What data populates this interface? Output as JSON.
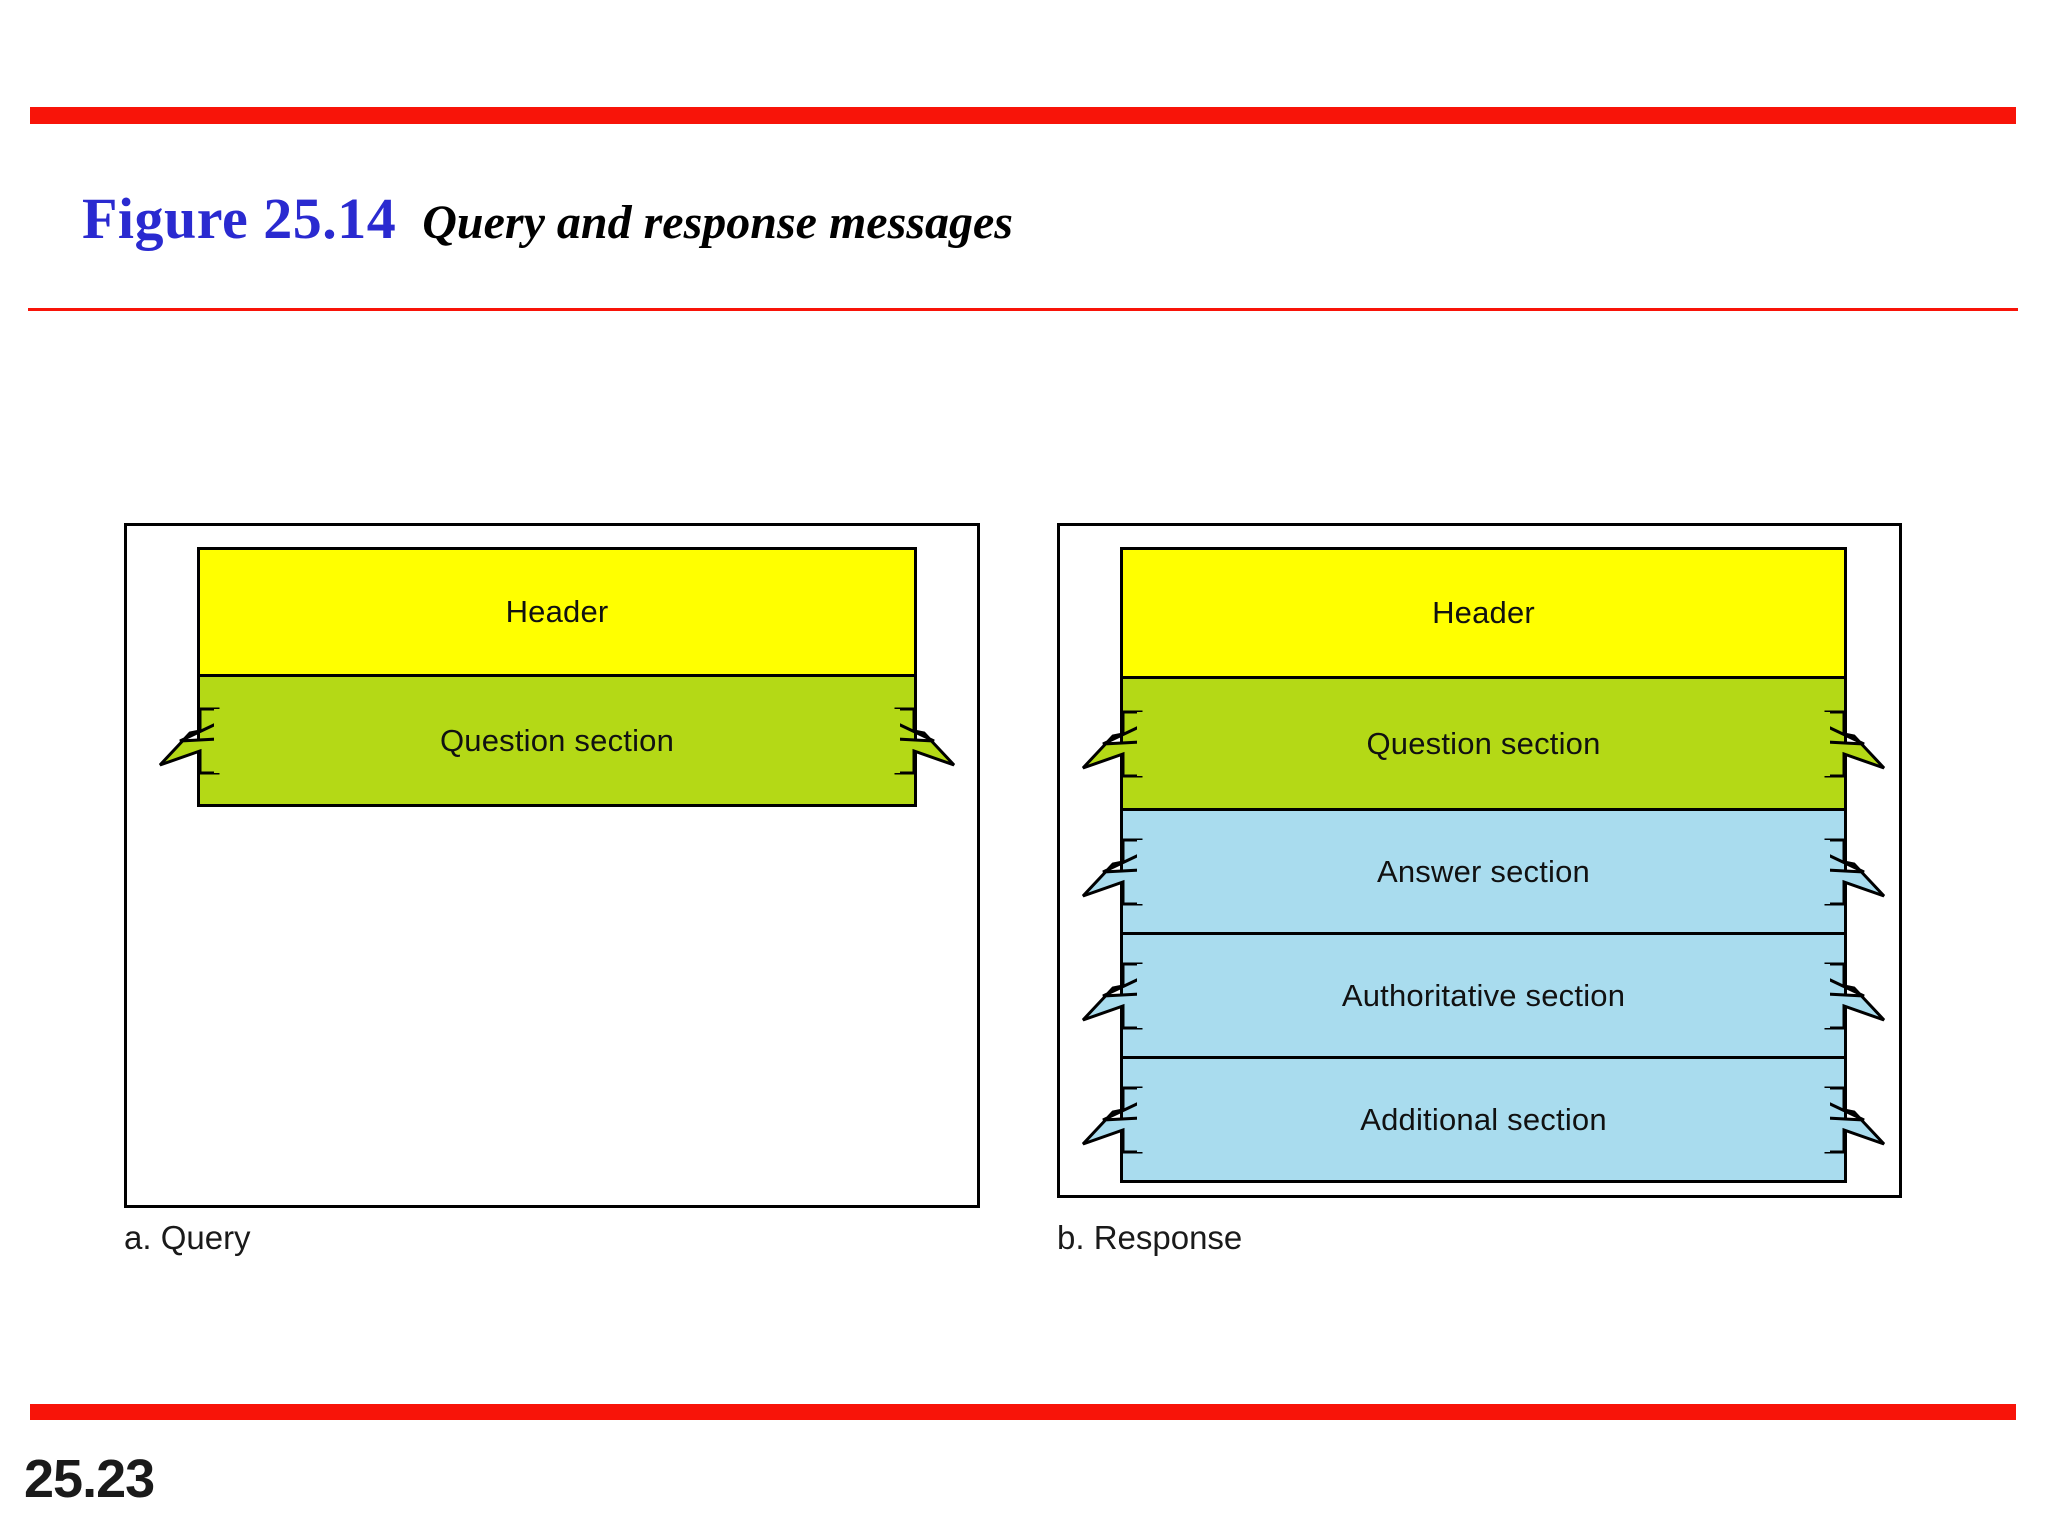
{
  "slide": {
    "number": "25.23",
    "accent_color": "#f81409",
    "figure_number": "Figure 25.14",
    "figure_caption": "Query and response messages"
  },
  "figure": {
    "panels": [
      {
        "caption": "a. Query",
        "sections": [
          {
            "label": "Header",
            "color": "#ffff00",
            "torn": false
          },
          {
            "label": "Question section",
            "color": "#b4d916",
            "torn": true
          }
        ]
      },
      {
        "caption": "b. Response",
        "sections": [
          {
            "label": "Header",
            "color": "#ffff00",
            "torn": false
          },
          {
            "label": "Question section",
            "color": "#b4d916",
            "torn": true
          },
          {
            "label": "Answer section",
            "color": "#a9dcee",
            "torn": true
          },
          {
            "label": "Authoritative section",
            "color": "#a9dcee",
            "torn": true
          },
          {
            "label": "Additional section",
            "color": "#a9dcee",
            "torn": true
          }
        ]
      }
    ]
  }
}
